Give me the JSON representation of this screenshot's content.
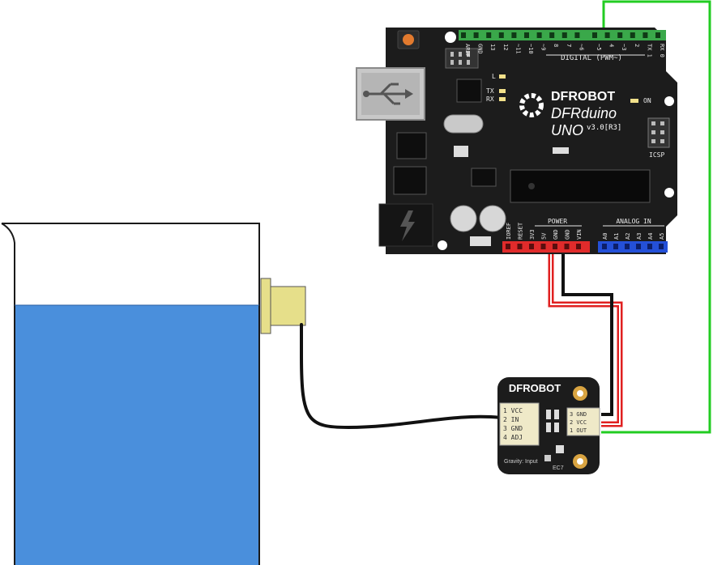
{
  "colors": {
    "background": "#ffffff",
    "board": "#1c1c1c",
    "water": "#4a8fdc",
    "wire_green": "#22cc22",
    "wire_red": "#e02020",
    "wire_black": "#111111",
    "header_green": "#3aa84a",
    "header_red": "#e02b2b",
    "header_blue": "#2450d8",
    "probe": "#e6df8a",
    "gold": "#d9a441"
  },
  "arduino": {
    "brand": "DFROBOT",
    "model": "DFRduino",
    "version": "UNO",
    "version_suffix": "v3.0[R3]",
    "digital_label": "DIGITAL (PWM~)",
    "power_label": "POWER",
    "analog_label": "ANALOG IN",
    "on_label": "ON",
    "icsp_label": "ICSP",
    "l_label": "L",
    "tx_label": "TX",
    "rx_label": "RX",
    "top_pins": [
      "AREF",
      "GND",
      "13",
      "12",
      "~11",
      "~10",
      "~9",
      "8",
      "7",
      "~6",
      "~5",
      "4",
      "~3",
      "2",
      "TX 1",
      "RX 0"
    ],
    "power_pins": [
      "IOREF",
      "RESET",
      "3V3",
      "5V",
      "GND",
      "GND",
      "VIN"
    ],
    "analog_pins": [
      "A0",
      "A1",
      "A2",
      "A3",
      "A4",
      "A5"
    ]
  },
  "sensor": {
    "brand": "DFROBOT",
    "left_pins": [
      "1 VCC",
      "2 IN",
      "3 GND",
      "4 ADJ"
    ],
    "right_pins": [
      "3 GND",
      "2 VCC",
      "1 OUT"
    ],
    "bottom_left_text": "Gravity: Input",
    "bottom_right_text": "EC7"
  },
  "icons": {
    "usb": "usb-symbol-icon",
    "power_jack": "lightning-icon",
    "reset": "reset-button-icon",
    "logo": "gear-logo-icon"
  }
}
